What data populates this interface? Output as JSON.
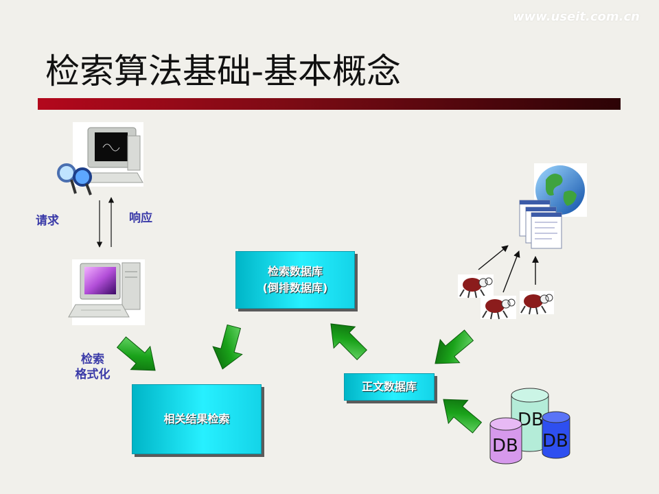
{
  "watermark": "www.useit.com.cn",
  "title": "检索算法基础-基本概念",
  "labels": {
    "request": "请求",
    "response": "响应",
    "format_line1": "检索",
    "format_line2": "格式化"
  },
  "boxes": {
    "index_db_line1": "检索数据库",
    "index_db_line2": "(倒排数据库)",
    "text_db": "正文数据库",
    "relevance": "相关结果检索"
  },
  "db_labels": [
    "DB",
    "DB",
    "DB"
  ],
  "colors": {
    "title_bar_start": "#b3081c",
    "title_bar_end": "#2c0306",
    "box_cyan": "#27f0ff",
    "label_blue": "#3a3aa8",
    "arrow_green": "#1aa21a",
    "db_mint": "#b4ecd8",
    "db_purple": "#d699ec",
    "db_blue": "#2e4ff0"
  },
  "icons": [
    "computer-magnifier-icon",
    "workstation-icon",
    "globe-icon",
    "web-pages-icon",
    "spider-robot-icon",
    "database-cylinder-icon"
  ]
}
